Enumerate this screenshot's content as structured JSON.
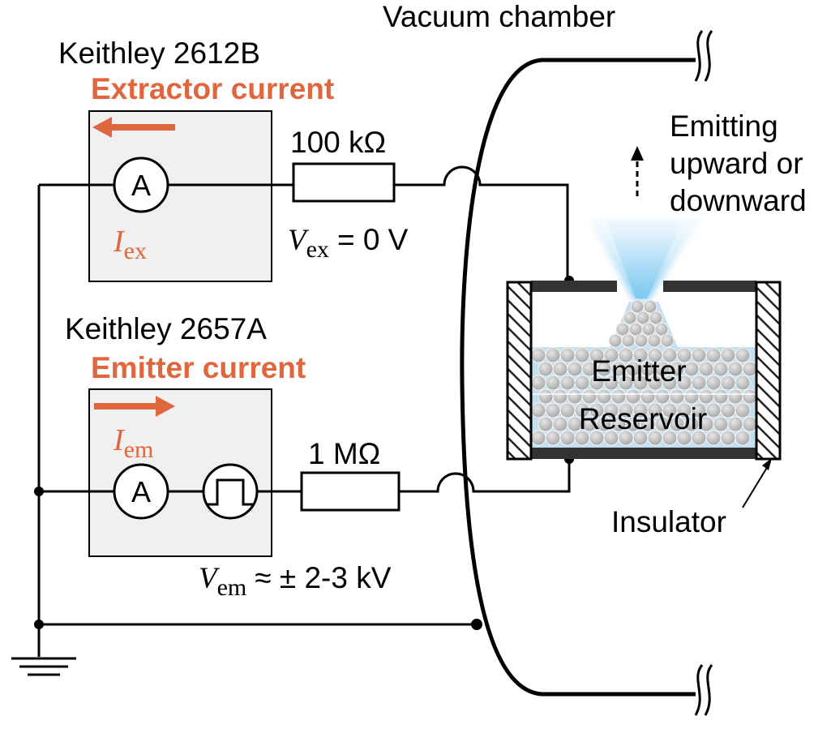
{
  "colors": {
    "accent": "#e0663d",
    "box_fill": "#f0f0f0",
    "plate": "#333333",
    "particle_glow": "#9fd3ef"
  },
  "chamber": {
    "label": "Vacuum chamber"
  },
  "extractor_unit": {
    "instrument": "Keithley 2612B",
    "current_label": "Extractor current",
    "ammeter_symbol": "A",
    "current_symbol": "I",
    "current_subscript": "ex",
    "resistor_label": "100 kΩ",
    "voltage_symbol": "V",
    "voltage_subscript": "ex",
    "voltage_value": "= 0 V"
  },
  "emitter_unit": {
    "instrument": "Keithley 2657A",
    "current_label": "Emitter current",
    "ammeter_symbol": "A",
    "current_symbol": "I",
    "current_subscript": "em",
    "resistor_label": "1 MΩ",
    "voltage_symbol": "V",
    "voltage_subscript": "em",
    "voltage_value": "≈ ± 2-3 kV"
  },
  "emission_note": {
    "line1": "Emitting",
    "line2": "upward or",
    "line3": "downward"
  },
  "reservoir": {
    "line1": "Emitter",
    "line2": "Reservoir"
  },
  "insulator_label": "Insulator",
  "icons": [
    "ammeter-icon",
    "pulse-source-icon",
    "ground-icon",
    "arrow-left-icon",
    "arrow-right-icon",
    "dashed-arrow-up-icon"
  ]
}
